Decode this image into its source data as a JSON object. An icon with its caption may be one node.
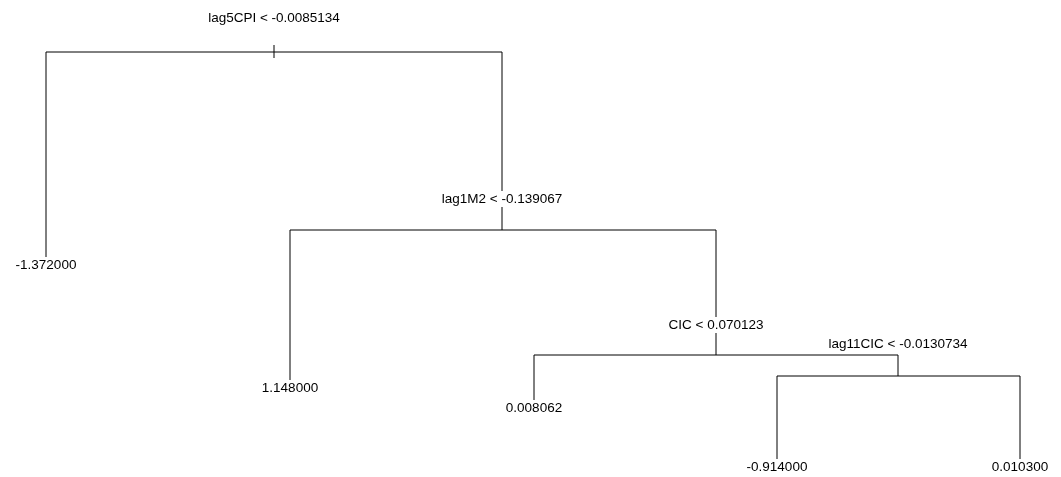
{
  "diagram": {
    "nodes": [
      {
        "text": [
          "lag5CPI < -0.0085134"
        ]
      },
      {
        "text": [
          "-1.372000"
        ]
      },
      {
        "text": [
          "lag1M2 < -0.139067"
        ]
      },
      {
        "text": [
          "1.148000"
        ]
      },
      {
        "text": [
          "CIC < 0.070123"
        ]
      },
      {
        "text": [
          "0.008062"
        ]
      },
      {
        "text": [
          "lag11CIC < -0.0130734"
        ]
      },
      {
        "text": [
          "-0.914000"
        ]
      },
      {
        "text": [
          "0.010300"
        ]
      }
    ],
    "edges": [
      {
        "from": 0,
        "to": 1,
        "arrow": "none"
      },
      {
        "from": 0,
        "to": 2,
        "arrow": "none"
      },
      {
        "from": 2,
        "to": 3,
        "arrow": "none"
      },
      {
        "from": 2,
        "to": 4,
        "arrow": "none"
      },
      {
        "from": 4,
        "to": 5,
        "arrow": "none"
      },
      {
        "from": 4,
        "to": 6,
        "arrow": "none"
      },
      {
        "from": 6,
        "to": 7,
        "arrow": "none"
      },
      {
        "from": 6,
        "to": 8,
        "arrow": "none"
      }
    ]
  }
}
